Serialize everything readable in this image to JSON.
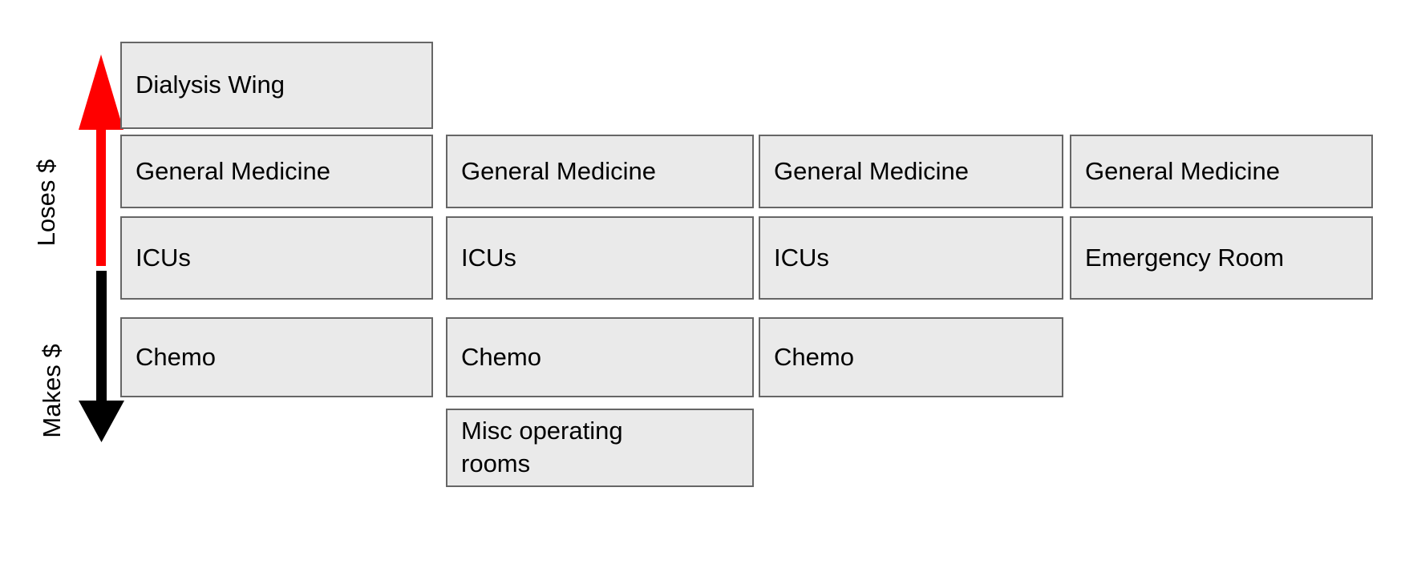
{
  "diagram": {
    "axis": {
      "upper_label": "Loses $",
      "lower_label": "Makes $",
      "upper_arrow_color": "#FF0000",
      "lower_arrow_color": "#000000",
      "upper_arrow_direction": "up",
      "lower_arrow_direction": "down"
    },
    "palette": {
      "box_fill": "#EAEAEA",
      "box_border": "#666666",
      "text": "#000000",
      "background": "#FFFFFF"
    },
    "columns": [
      {
        "index": 1,
        "boxes": [
          {
            "label": "Dialysis Wing"
          },
          {
            "label": "General Medicine"
          },
          {
            "label": "ICUs"
          },
          {
            "label": "Chemo"
          }
        ]
      },
      {
        "index": 2,
        "boxes": [
          {
            "label": "General Medicine"
          },
          {
            "label": "ICUs"
          },
          {
            "label": "Chemo"
          },
          {
            "label": "Misc operating\nrooms"
          }
        ]
      },
      {
        "index": 3,
        "boxes": [
          {
            "label": "General Medicine"
          },
          {
            "label": "ICUs"
          },
          {
            "label": "Chemo"
          }
        ]
      },
      {
        "index": 4,
        "boxes": [
          {
            "label": "General Medicine"
          },
          {
            "label": "Emergency Room"
          }
        ]
      }
    ]
  }
}
